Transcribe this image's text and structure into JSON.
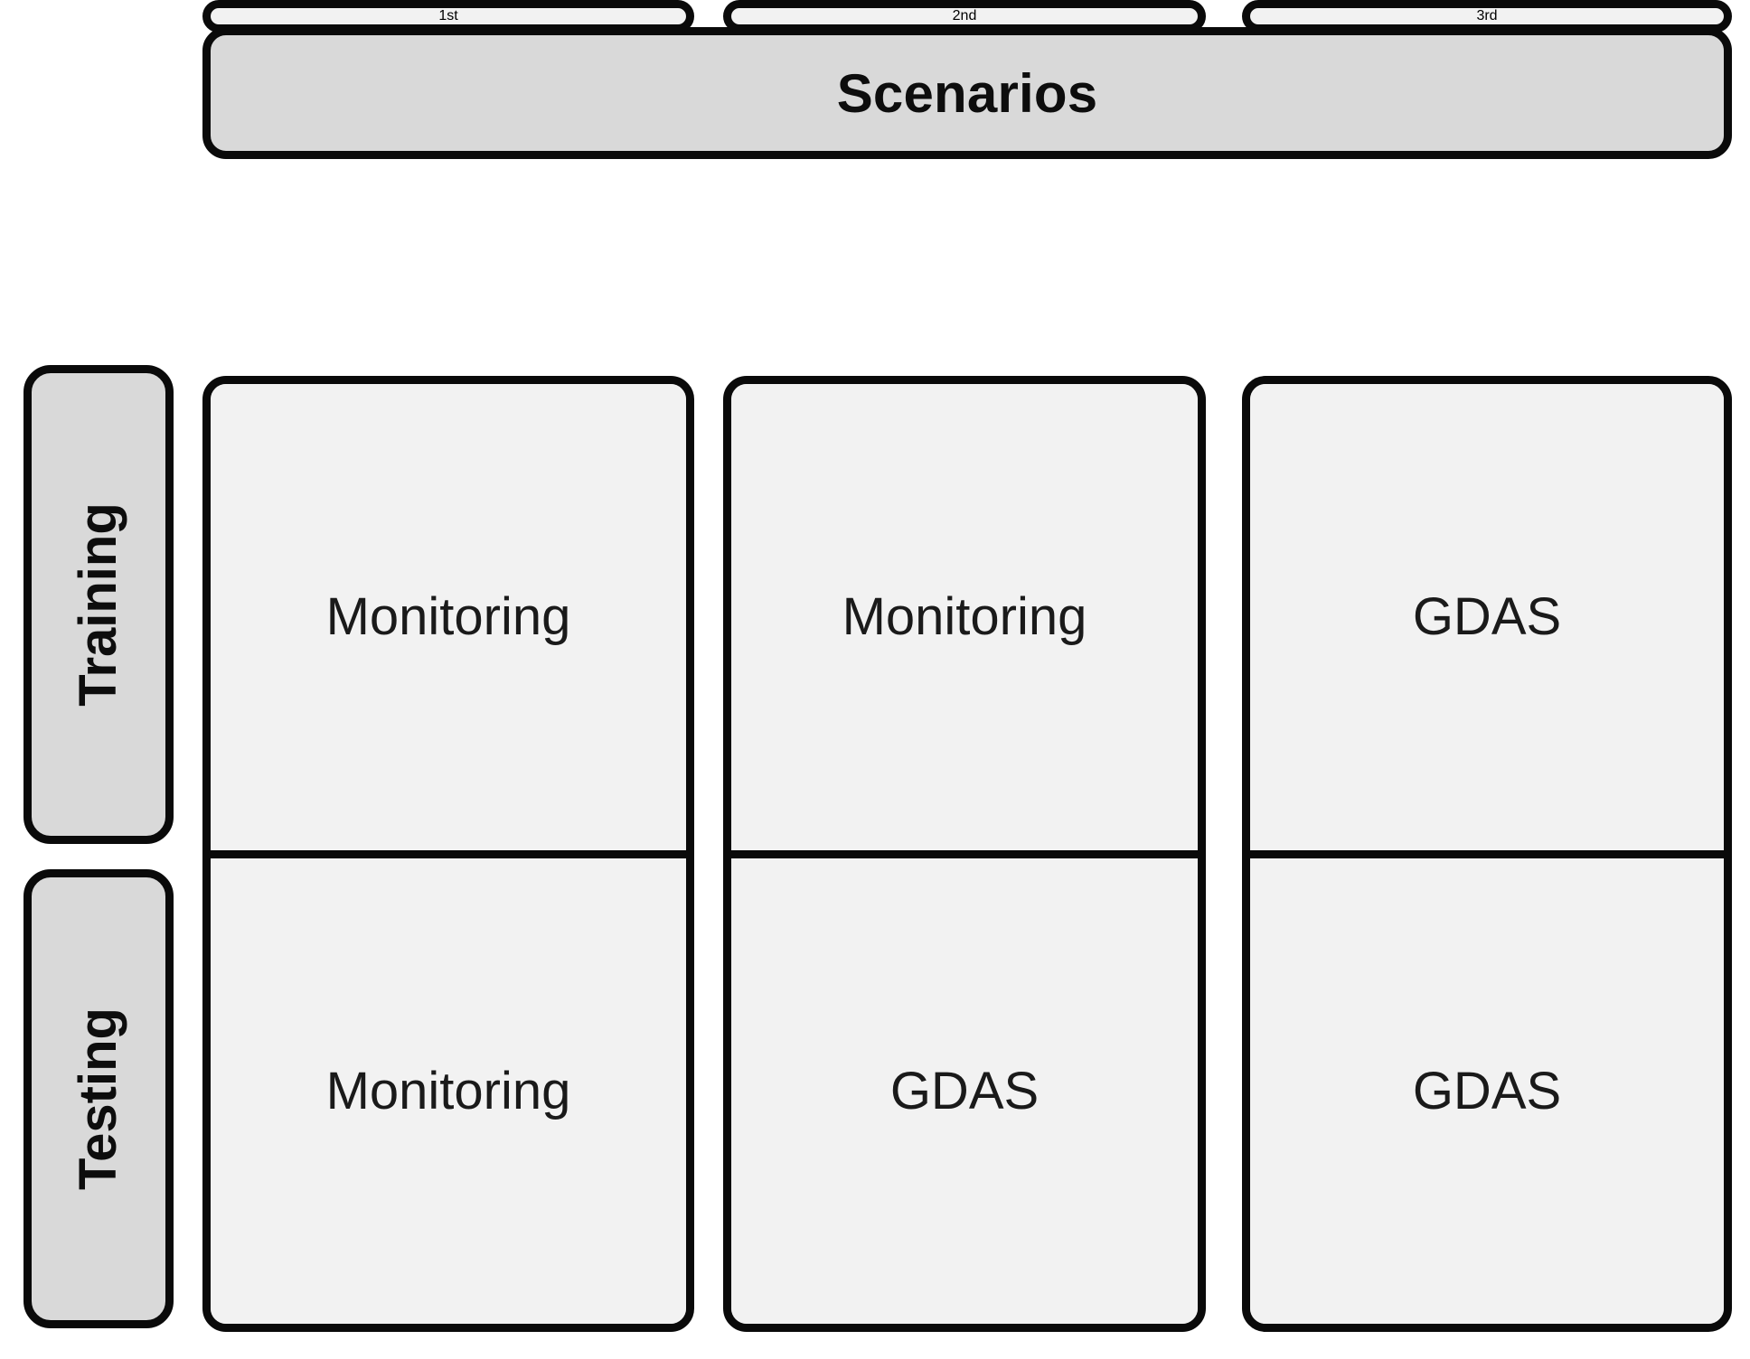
{
  "diagram": {
    "title": "Scenarios",
    "column_headers": [
      "1st",
      "2nd",
      "3rd"
    ],
    "row_headers": [
      "Training",
      "Testing"
    ],
    "cells": {
      "training": [
        "Monitoring",
        "Monitoring",
        "GDAS"
      ],
      "testing": [
        "Monitoring",
        "GDAS",
        "GDAS"
      ]
    },
    "colors": {
      "header_fill": "#d9d9d9",
      "cell_fill": "#f2f2f2",
      "border": "#0a0a0a",
      "text": "#1a1a1a",
      "page_background": "#ffffff"
    }
  }
}
